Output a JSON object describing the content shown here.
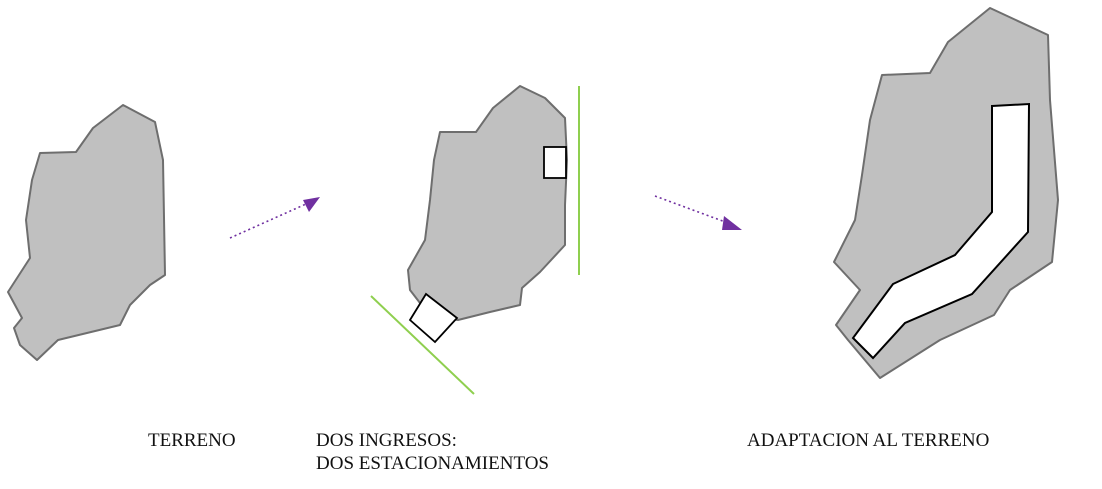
{
  "captions": {
    "step1": "TERRENO",
    "step2_line1": "DOS INGRESOS:",
    "step2_line2": "DOS ESTACIONAMIENTOS",
    "step3": "ADAPTACION AL TERRENO"
  },
  "colors": {
    "terrain_fill": "#c0c0c0",
    "terrain_stroke": "#6e6e6e",
    "access_line": "#8fcf4f",
    "arrow": "#7030a0",
    "parking_fill": "#ffffff",
    "parking_stroke": "#000000"
  }
}
